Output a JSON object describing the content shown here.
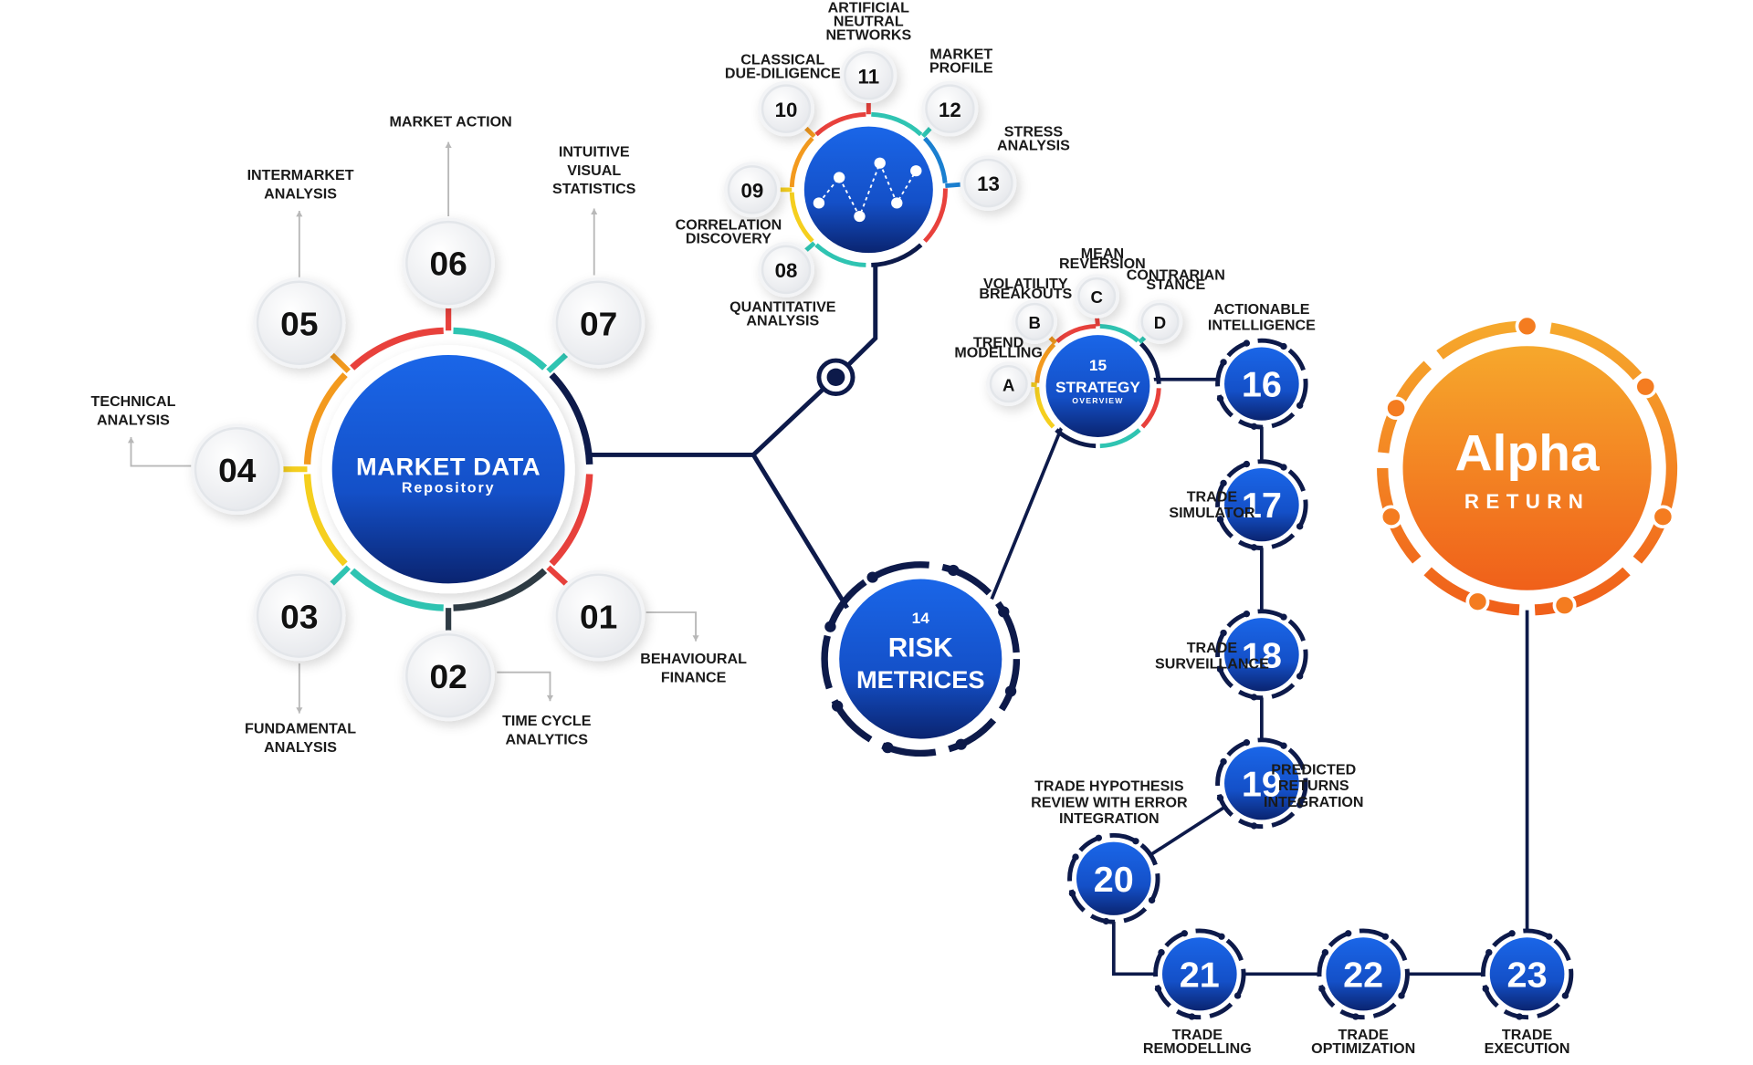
{
  "market": {
    "title": "MARKET DATA",
    "subtitle": "Repository",
    "satellites": [
      {
        "num": "01",
        "label": [
          "BEHAVIOURAL",
          "FINANCE"
        ]
      },
      {
        "num": "02",
        "label": [
          "TIME CYCLE",
          "ANALYTICS"
        ]
      },
      {
        "num": "03",
        "label": [
          "FUNDAMENTAL",
          "ANALYSIS"
        ]
      },
      {
        "num": "04",
        "label": [
          "TECHNICAL",
          "ANALYSIS"
        ]
      },
      {
        "num": "05",
        "label": [
          "INTERMARKET",
          "ANALYSIS"
        ]
      },
      {
        "num": "06",
        "label": [
          "MARKET ACTION"
        ]
      },
      {
        "num": "07",
        "label": [
          "INTUITIVE",
          "VISUAL",
          "STATISTICS"
        ]
      }
    ]
  },
  "analysis": {
    "icon": "line-chart-icon",
    "satellites": [
      {
        "num": "08",
        "label": [
          "QUANTITATIVE",
          "ANALYSIS"
        ]
      },
      {
        "num": "09",
        "label": [
          "CORRELATION",
          "DISCOVERY"
        ]
      },
      {
        "num": "10",
        "label": [
          "CLASSICAL",
          "DUE-DILIGENCE"
        ]
      },
      {
        "num": "11",
        "label": [
          "ARTIFICIAL",
          "NEUTRAL",
          "NETWORKS"
        ]
      },
      {
        "num": "12",
        "label": [
          "MARKET",
          "PROFILE"
        ]
      },
      {
        "num": "13",
        "label": [
          "STRESS",
          "ANALYSIS"
        ]
      }
    ]
  },
  "risk": {
    "num": "14",
    "title": "RISK",
    "subtitle": "METRICES"
  },
  "strategy": {
    "num": "15",
    "title": "STRATEGY",
    "subtitle": "OVERVIEW",
    "satellites": [
      {
        "num": "A",
        "label": [
          "TREND",
          "MODELLING"
        ]
      },
      {
        "num": "B",
        "label": [
          "VOLATILITY",
          "BREAKOUTS"
        ]
      },
      {
        "num": "C",
        "label": [
          "MEAN",
          "REVERSION"
        ]
      },
      {
        "num": "D",
        "label": [
          "CONTRARIAN",
          "STANCE"
        ]
      }
    ]
  },
  "steps": [
    {
      "num": "16",
      "label": [
        "ACTIONABLE",
        "INTELLIGENCE"
      ]
    },
    {
      "num": "17",
      "label": [
        "TRADE",
        "SIMULATOR"
      ]
    },
    {
      "num": "18",
      "label": [
        "TRADE",
        "SURVEILLANCE"
      ]
    },
    {
      "num": "19",
      "label": [
        "PREDICTED",
        "RETURNS",
        "INTEGRATION"
      ]
    },
    {
      "num": "20",
      "label": [
        "TRADE HYPOTHESIS",
        "REVIEW WITH ERROR",
        "INTEGRATION"
      ]
    },
    {
      "num": "21",
      "label": [
        "TRADE",
        "REMODELLING"
      ]
    },
    {
      "num": "22",
      "label": [
        "TRADE",
        "OPTIMIZATION"
      ]
    },
    {
      "num": "23",
      "label": [
        "TRADE",
        "EXECUTION"
      ]
    }
  ],
  "alpha": {
    "title": "Alpha",
    "subtitle": "RETURN"
  },
  "colors": {
    "navy": "#0d1a4a",
    "blue": "#1657d8",
    "red": "#e8413c",
    "teal": "#2fc4b2",
    "yellow": "#f5cf1e",
    "orange": "#f39a1e",
    "alpha": "#f47c20"
  }
}
